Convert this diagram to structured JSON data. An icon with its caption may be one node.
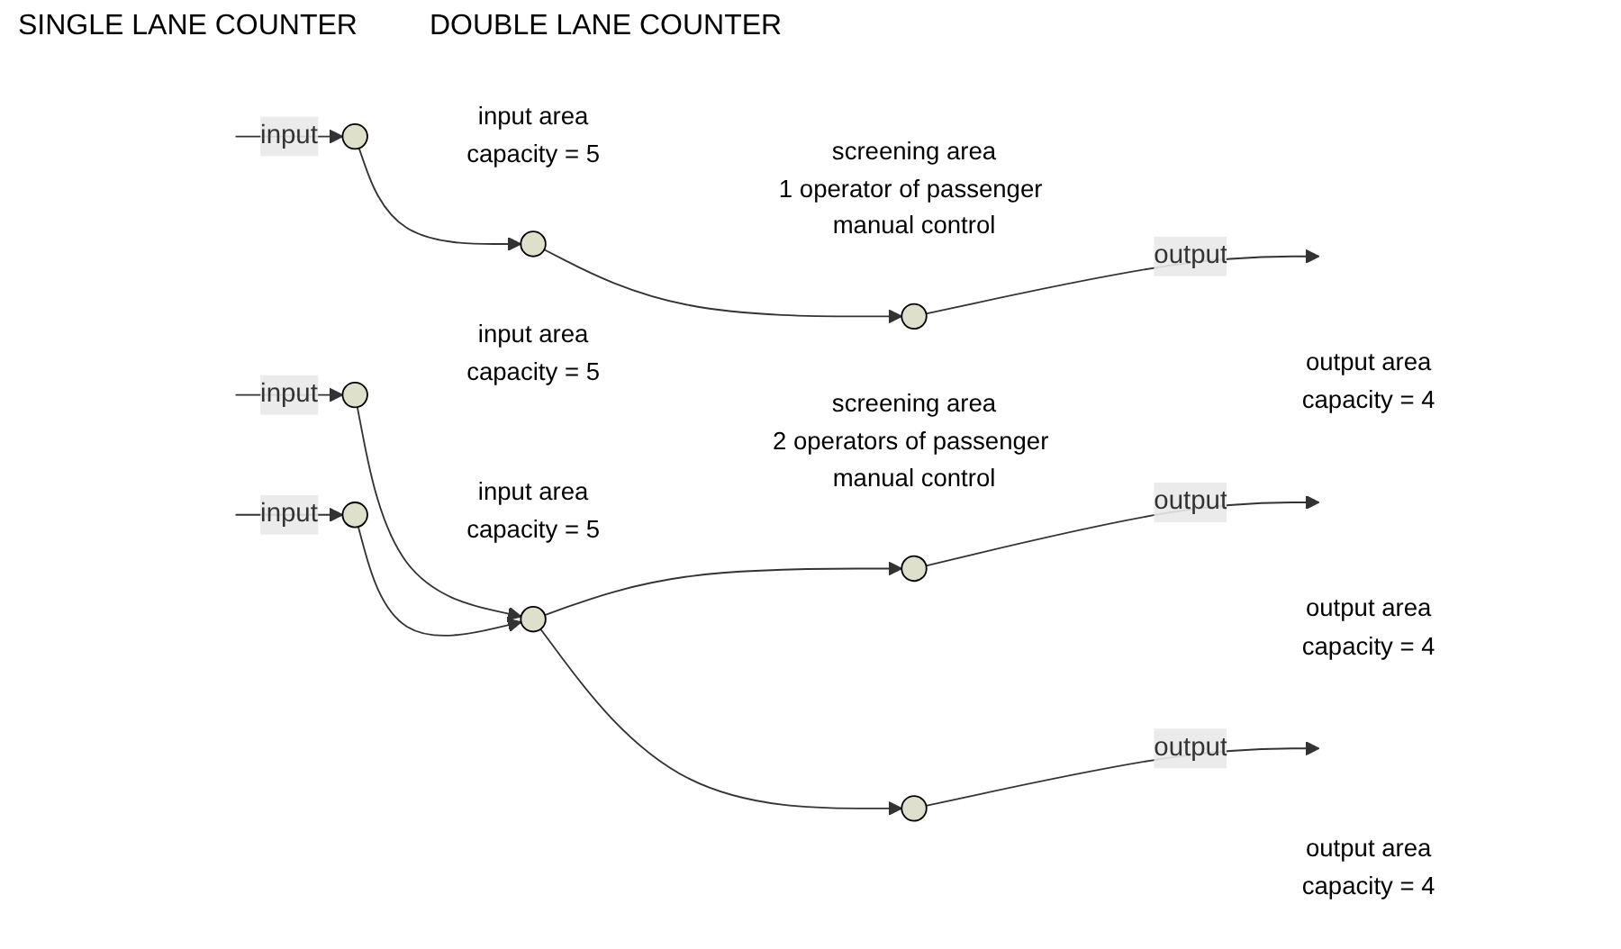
{
  "diagram": {
    "nodes": [
      {
        "text": [],
        "shape": "circle",
        "beside": [
          "input area",
          "capacity = 5"
        ]
      },
      {
        "text": [],
        "shape": "circle",
        "beside": [
          "screening area",
          "1 operator of passenger manual control"
        ]
      },
      {
        "text": [],
        "shape": "circle",
        "beside": [
          "output area",
          "capacity = 4"
        ]
      },
      {
        "text": [],
        "shape": "circle",
        "beside": [
          "input area",
          "capacity = 5"
        ]
      },
      {
        "text": [],
        "shape": "circle",
        "beside": [
          "input area",
          "capacity = 5"
        ]
      },
      {
        "text": [],
        "shape": "circle",
        "beside": [
          "screening area",
          "2 operators of passenger manual control"
        ]
      },
      {
        "text": [],
        "shape": "circle",
        "beside": [
          "output area",
          "capacity = 4"
        ]
      },
      {
        "text": [],
        "shape": "circle",
        "beside": [
          "output area",
          "capacity = 4"
        ]
      }
    ],
    "edges": [
      {
        "from": null,
        "to": 0,
        "arrow": "to",
        "label": "input"
      },
      {
        "from": 0,
        "to": 1,
        "arrow": "to"
      },
      {
        "from": 1,
        "to": 2,
        "arrow": "to"
      },
      {
        "from": 2,
        "to": null,
        "arrow": "to",
        "label": "output"
      },
      {
        "from": null,
        "to": 3,
        "arrow": "to",
        "label": "input"
      },
      {
        "from": null,
        "to": 4,
        "arrow": "to",
        "label": "input"
      },
      {
        "from": 3,
        "to": 5,
        "arrow": "to"
      },
      {
        "from": 4,
        "to": 5,
        "arrow": "to"
      },
      {
        "from": 5,
        "to": 6,
        "arrow": "to"
      },
      {
        "from": 5,
        "to": 7,
        "arrow": "to"
      },
      {
        "from": 6,
        "to": null,
        "arrow": "to",
        "label": "output"
      },
      {
        "from": 7,
        "to": null,
        "arrow": "to",
        "label": "output"
      }
    ],
    "labels": [
      "SINGLE LANE COUNTER",
      "DOUBLE LANE COUNTER"
    ]
  }
}
